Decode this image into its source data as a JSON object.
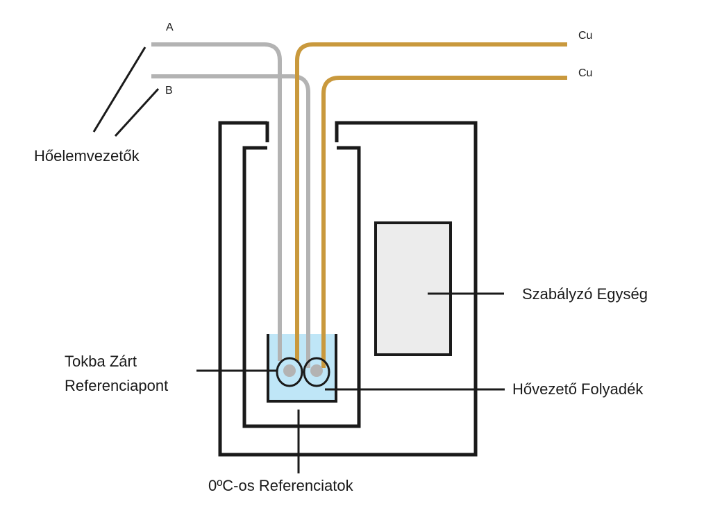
{
  "labels": {
    "wire_a": "A",
    "wire_b": "B",
    "cu_top": "Cu",
    "cu_bottom": "Cu",
    "thermocouple_wires": "Hőelemvezetők",
    "control_unit": "Szabályzó Egység",
    "enclosed_reference_line1": "Tokba Zárt",
    "enclosed_reference_line2": "Referenciapont",
    "conductive_fluid": "Hővezető Folyadék",
    "reference_0c": "0ºC-os Referenciatok"
  },
  "colors": {
    "outline": "#1a1a1a",
    "thermocouple_wire": "#b3b3b3",
    "copper_wire": "#c9993d",
    "fluid": "#bfe6f7",
    "control_unit_fill": "#ececec",
    "junction_fill": "#b3b3b3"
  }
}
